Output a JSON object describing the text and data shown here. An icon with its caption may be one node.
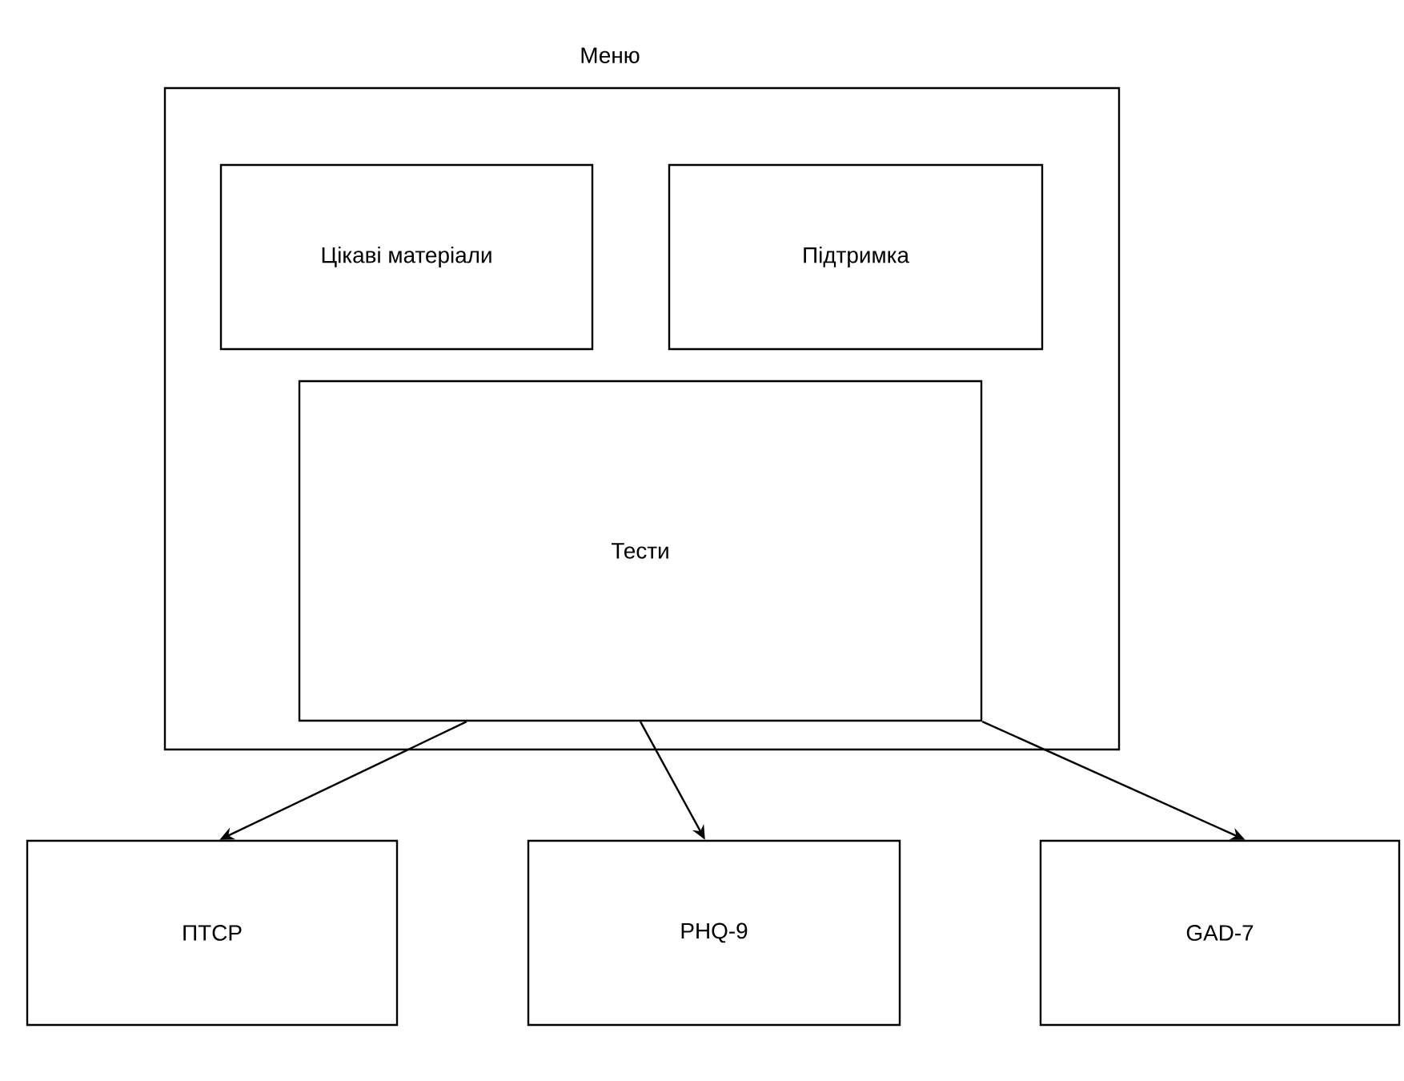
{
  "diagram": {
    "nodes": [
      {
        "text": [
          "Меню"
        ]
      },
      {
        "text": [
          "Цікаві матеріали"
        ],
        "in": 0
      },
      {
        "text": [
          "Підтримка"
        ],
        "in": 0
      },
      {
        "text": [
          "Тести"
        ],
        "in": 0
      },
      {
        "text": [
          "ПТСР"
        ]
      },
      {
        "text": [
          "PHQ-9"
        ]
      },
      {
        "text": [
          "GAD-7"
        ]
      }
    ],
    "edges": [
      {
        "from": 3,
        "to": 4,
        "arrow": "to"
      },
      {
        "from": 3,
        "to": 5,
        "arrow": "to"
      },
      {
        "from": 3,
        "to": 6,
        "arrow": "to"
      }
    ]
  }
}
